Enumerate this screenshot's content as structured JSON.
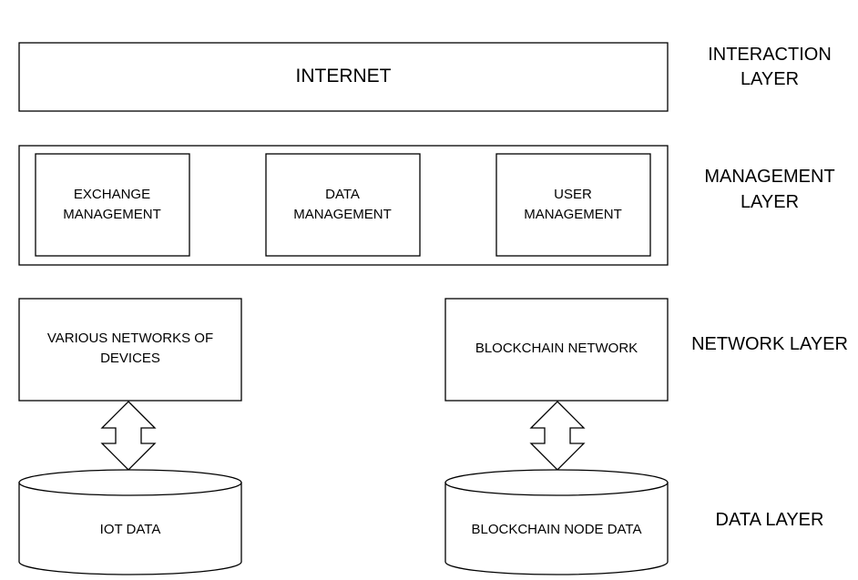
{
  "interaction": {
    "internet_label": "INTERNET",
    "layer_label_line1": "INTERACTION",
    "layer_label_line2": "LAYER"
  },
  "management": {
    "exchange_line1": "EXCHANGE",
    "exchange_line2": "MANAGEMENT",
    "data_line1": "DATA",
    "data_line2": "MANAGEMENT",
    "user_line1": "USER",
    "user_line2": "MANAGEMENT",
    "layer_label_line1": "MANAGEMENT",
    "layer_label_line2": "LAYER"
  },
  "network": {
    "devices_line1": "VARIOUS NETWORKS OF",
    "devices_line2": "DEVICES",
    "blockchain_label": "BLOCKCHAIN NETWORK",
    "layer_label": "NETWORK LAYER"
  },
  "data_layer": {
    "iot_label": "IOT DATA",
    "blockchain_node_label": "BLOCKCHAIN NODE DATA",
    "layer_label": "DATA LAYER"
  }
}
